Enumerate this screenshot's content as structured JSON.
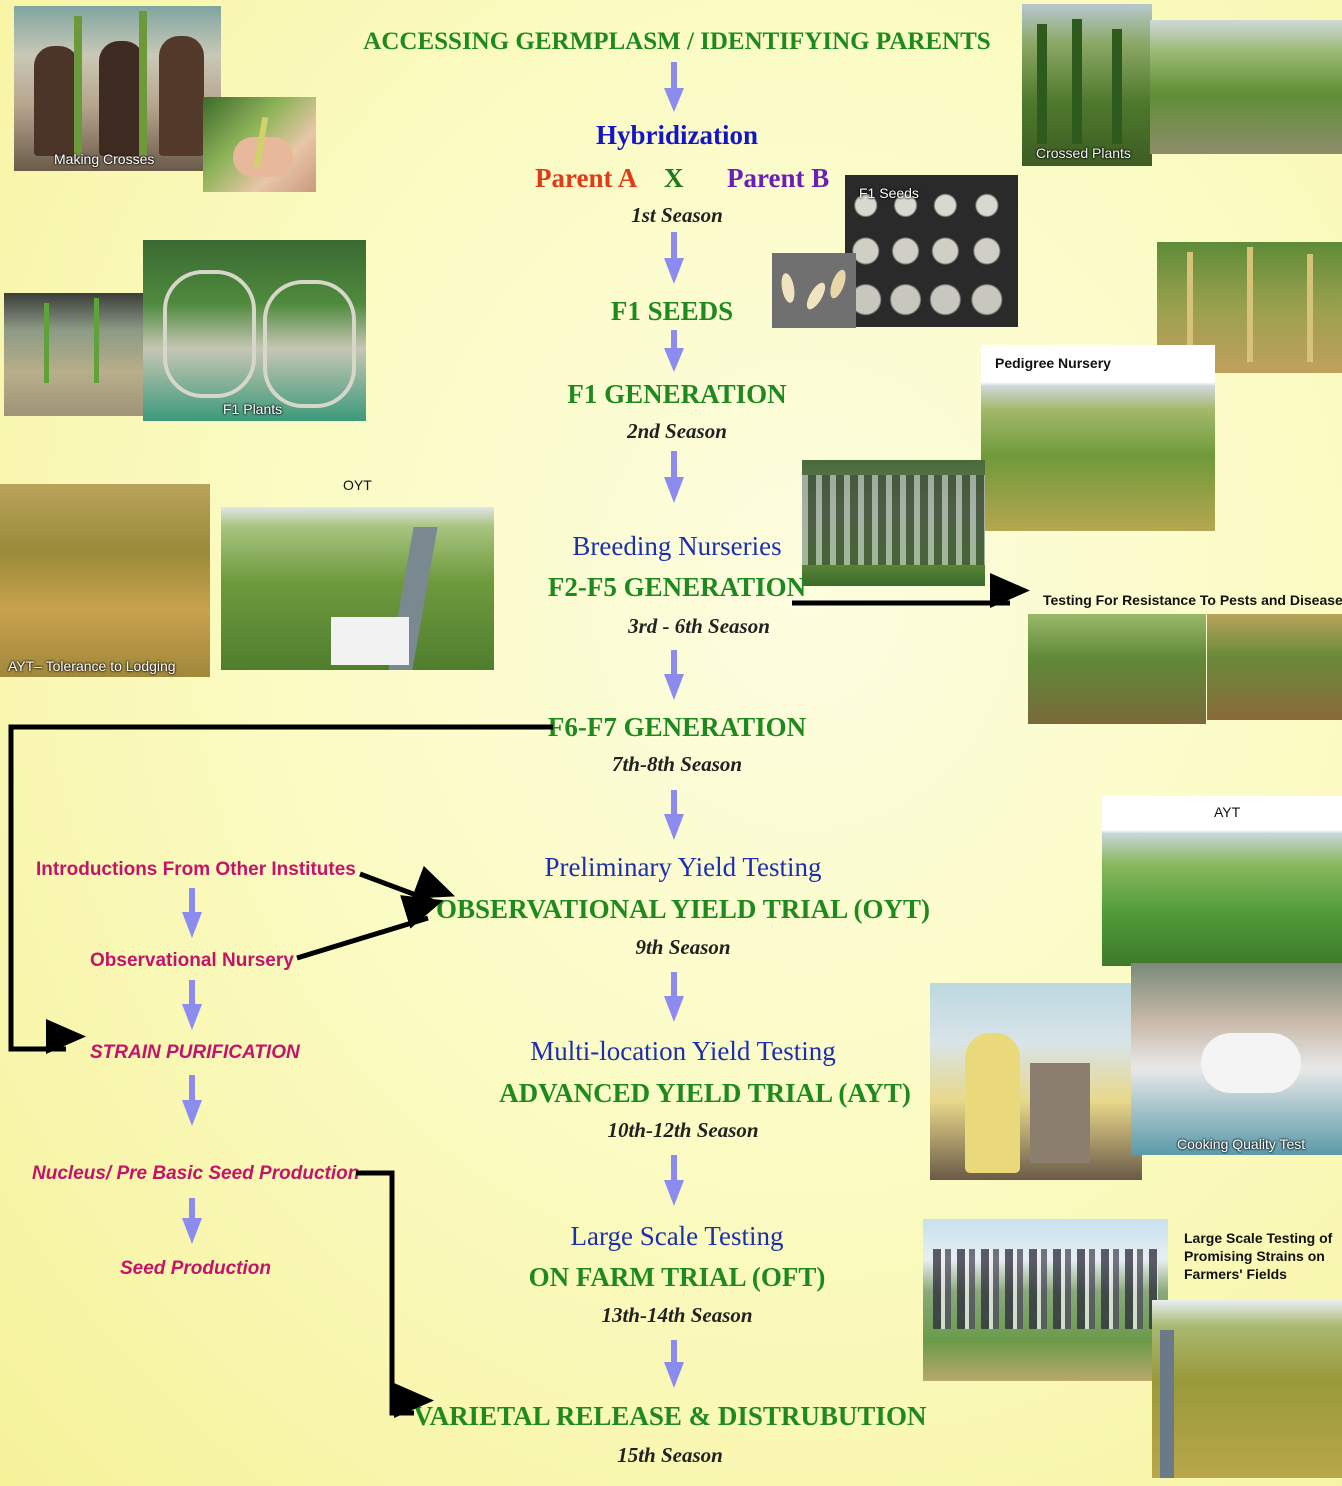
{
  "flow": {
    "step1_title": "ACCESSING GERMPLASM / IDENTIFYING PARENTS",
    "hybridization": "Hybridization",
    "parent_a": "Parent  A",
    "cross_x": "X",
    "parent_b": "Parent B",
    "season1": "1st Season",
    "f1_seeds": "F1 SEEDS",
    "f1_generation": "F1 GENERATION",
    "season2": "2nd Season",
    "breeding_nurseries": "Breeding Nurseries",
    "f2_f5_generation": "F2-F5 GENERATION",
    "season3_6": "3rd - 6th Season",
    "f6_f7_generation": "F6-F7 GENERATION",
    "season7_8": "7th-8th Season",
    "preliminary": "Preliminary  Yield Testing",
    "oyt": "OBSERVATIONAL YIELD TRIAL (OYT)",
    "season9": "9th Season",
    "multilocation": "Multi-location Yield Testing",
    "ayt": "ADVANCED YIELD TRIAL  (AYT)",
    "season10_12": "10th-12th Season",
    "large_scale": "Large Scale Testing",
    "oft": "ON FARM TRIAL (OFT)",
    "season13_14": "13th-14th Season",
    "release": "VARIETAL RELEASE & DISTRUBUTION",
    "season15": "15th Season"
  },
  "side": {
    "introductions": "Introductions From Other Institutes",
    "observational_nursery": "Observational Nursery",
    "strain_purification": "STRAIN PURIFICATION",
    "nucleus": "Nucleus/ Pre Basic Seed Production",
    "seed_production": "Seed Production"
  },
  "captions": {
    "making_crosses": "Making Crosses",
    "crossed_plants": "Crossed Plants",
    "f1_seeds_photo": "F1 Seeds",
    "f1_plants": "F1 Plants",
    "pedigree_nursery": "Pedigree Nursery",
    "oyt_label": "OYT",
    "ayt_lodging": "AYT– Tolerance to Lodging",
    "testing_resistance": "Testing For Resistance To Pests and Diseases",
    "ayt_label": "AYT",
    "cooking_quality": "Cooking Quality Test",
    "large_scale_farmers": "Large Scale Testing of Promising Strains on Farmers' Fields"
  },
  "colors": {
    "green_heading": "#1e8a1e",
    "blue_heading": "#1515c8",
    "magenta_side": "#c4146a",
    "arrow": "#8c8cf0",
    "background": "#fbfbc4"
  }
}
